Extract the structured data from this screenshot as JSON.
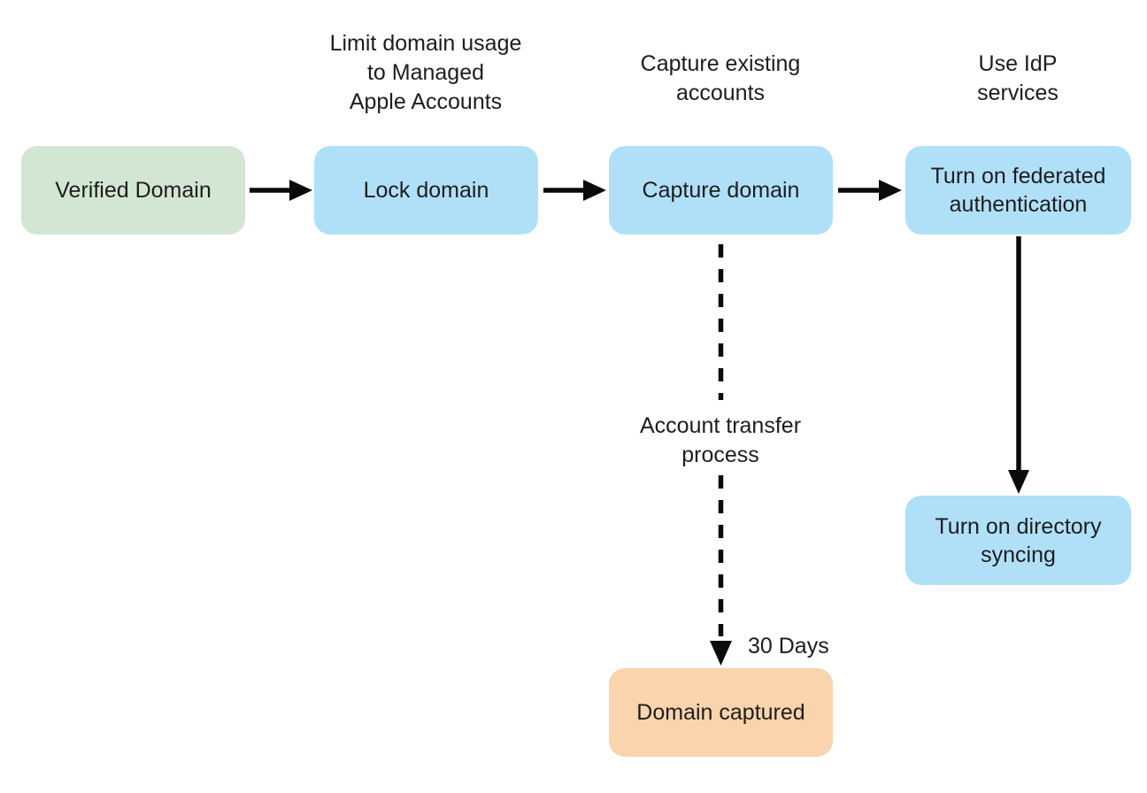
{
  "diagram": {
    "title_semantic": "Managed Apple Accounts domain federation flowchart",
    "colors": {
      "background": "#ffffff",
      "green": "#d3e6d3",
      "blue": "#b0e0f7",
      "orange": "#f9d4ac",
      "text": "#1d1d1f",
      "arrow": "#0a0a0a"
    },
    "nodes": {
      "verified_domain": {
        "label": "Verified Domain"
      },
      "lock_domain": {
        "label": "Lock domain"
      },
      "capture_domain": {
        "label": "Capture domain"
      },
      "federated_auth": {
        "label": "Turn on federated\nauthentication"
      },
      "directory_syncing": {
        "label": "Turn on directory\nsyncing"
      },
      "domain_captured": {
        "label": "Domain captured"
      }
    },
    "annotations": {
      "lock_domain_note": "Limit domain usage\nto Managed\nApple Accounts",
      "capture_domain_note": "Capture existing\naccounts",
      "idp_note": "Use IdP\nservices",
      "transfer_note": "Account transfer\nprocess",
      "duration_label": "30 Days"
    },
    "edges": [
      {
        "from": "verified_domain",
        "to": "lock_domain",
        "style": "solid"
      },
      {
        "from": "lock_domain",
        "to": "capture_domain",
        "style": "solid"
      },
      {
        "from": "capture_domain",
        "to": "federated_auth",
        "style": "solid"
      },
      {
        "from": "federated_auth",
        "to": "directory_syncing",
        "style": "solid"
      },
      {
        "from": "capture_domain",
        "to": "domain_captured",
        "style": "dashed",
        "label": "30 Days"
      }
    ]
  }
}
